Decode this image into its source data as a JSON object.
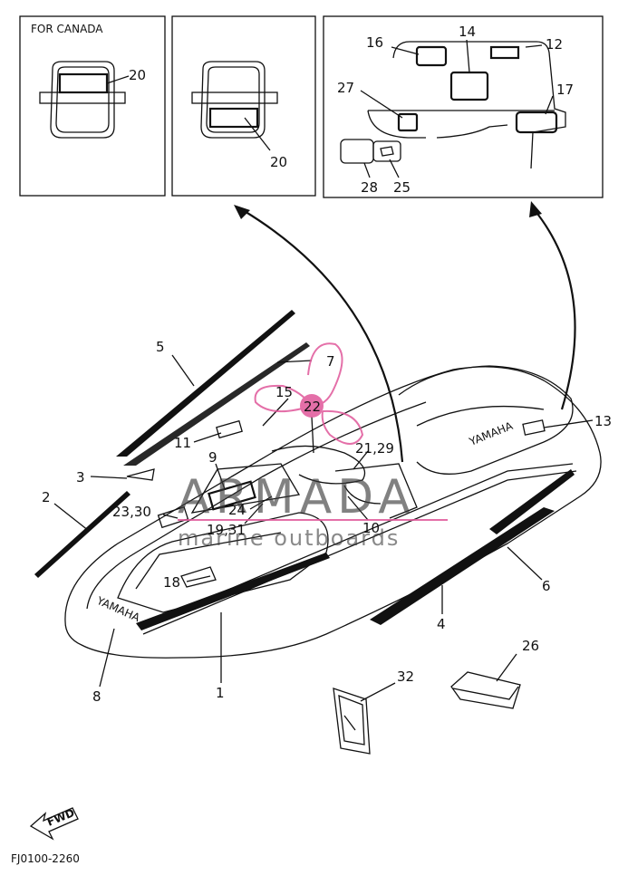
{
  "inset_left": {
    "caption": "FOR CANADA",
    "part": "20"
  },
  "inset_mid": {
    "part": "20"
  },
  "inset_right": {
    "parts": [
      "16",
      "14",
      "12",
      "27",
      "17",
      "28",
      "25"
    ]
  },
  "callouts": {
    "p5": "5",
    "p7": "7",
    "p15": "15",
    "p22": "22",
    "p13": "13",
    "p11": "11",
    "p9": "9",
    "p21_29": "21,29",
    "p3": "3",
    "p2": "2",
    "p23_30": "23,30",
    "p24": "24",
    "p19_31": "19,31",
    "p10": "10",
    "p18": "18",
    "p6": "6",
    "p4": "4",
    "p26": "26",
    "p32": "32",
    "p8": "8",
    "p1": "1"
  },
  "brand_decal": "YAMAHA",
  "fwd_label": "FWD",
  "diagram_code": "FJ0100-2260",
  "watermark": {
    "title": "ARMADA",
    "subtitle": "marine outboards",
    "accent_color": "#e0579a"
  }
}
